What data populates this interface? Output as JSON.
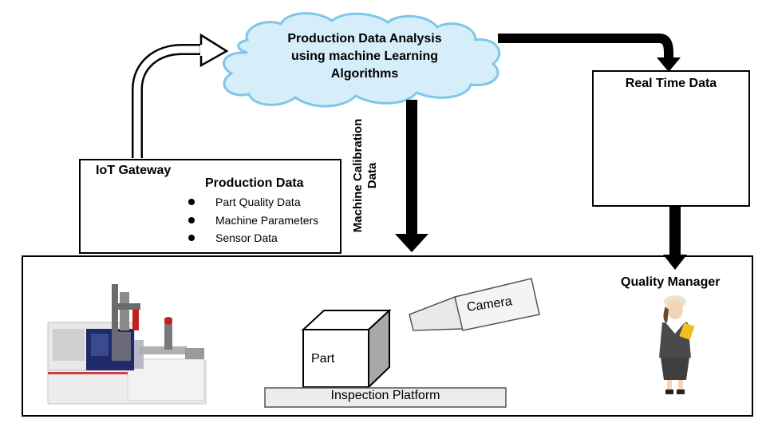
{
  "cloud": {
    "line1": "Production Data Analysis",
    "line2": "using machine Learning",
    "line3": "Algorithms"
  },
  "gateway": {
    "title": "IoT Gateway",
    "icon": "wifi-icon"
  },
  "production_data": {
    "title": "Production Data",
    "items": [
      "Part Quality Data",
      "Machine Parameters",
      "Sensor Data"
    ]
  },
  "calibration": {
    "line1": "Machine Calibration",
    "line2": "Data"
  },
  "realtime": {
    "title": "Real Time Data",
    "icon": "monitor-search-icon",
    "accent": "#4CAF50"
  },
  "shopfloor": {
    "quality_manager": "Quality Manager",
    "part": "Part",
    "camera": "Camera",
    "platform": "Inspection Platform"
  },
  "colors": {
    "cloud_fill": "#d6eef9",
    "cloud_stroke": "#7fc6ea",
    "machine_blue": "#1f2a6b"
  }
}
